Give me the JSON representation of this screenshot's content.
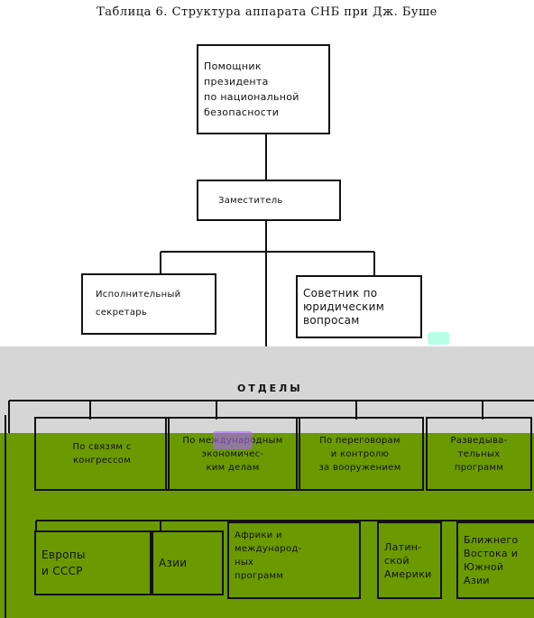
{
  "title": "Таблица 6. Структура аппарата СНБ при Дж. Буше",
  "chart_data": {
    "type": "org-chart",
    "nodes": [
      {
        "id": "assistant",
        "label": "Помощник\nпрезидента\nпо национальной\nбезопасности"
      },
      {
        "id": "deputy",
        "label": "Заместитель",
        "parent": "assistant"
      },
      {
        "id": "exec_secretary",
        "label": "Исполнительный\nсекретарь",
        "parent": "deputy"
      },
      {
        "id": "legal_advisor",
        "label": "Советник по\nюридическим\nвопросам",
        "parent": "deputy"
      },
      {
        "id": "departments",
        "label": "Отделы",
        "parent": "deputy"
      },
      {
        "id": "congress",
        "label": "По связям с\nконгрессом",
        "parent": "departments"
      },
      {
        "id": "intl_econ",
        "label": "По международным\nэкономичес-\nким делам",
        "parent": "departments"
      },
      {
        "id": "arms_control",
        "label": "По переговорам\nи контролю\nза вооружением",
        "parent": "departments"
      },
      {
        "id": "intel",
        "label": "Разведыва-\nтельных\nпрограмм",
        "parent": "departments"
      },
      {
        "id": "europe",
        "label": "Европы\nи СССР",
        "parent": "departments"
      },
      {
        "id": "asia",
        "label": "Азии",
        "parent": "departments"
      },
      {
        "id": "africa",
        "label": "Африки и\nмеждународ-\nных\nпрограмм",
        "parent": "departments"
      },
      {
        "id": "latam",
        "label": "Латин-\nской\nАмерики",
        "parent": "departments"
      },
      {
        "id": "mideast",
        "label": "Ближнего\nВостока и\nЮжной Азии",
        "parent": "departments"
      }
    ]
  }
}
